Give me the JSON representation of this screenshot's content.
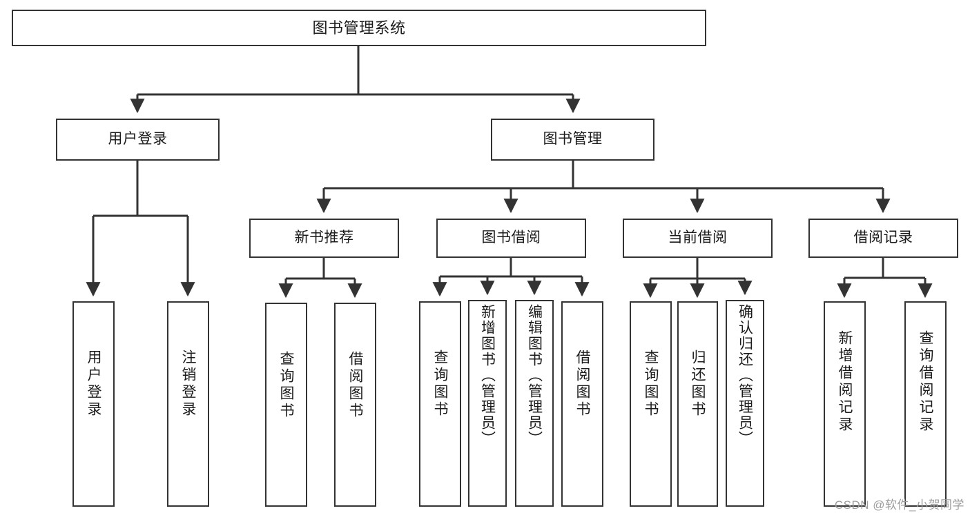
{
  "diagram": {
    "title": "图书管理系统",
    "type": "tree-hierarchy-chart",
    "colors": {
      "box_border": "#333333",
      "box_fill": "#ffffff",
      "connector": "#333333",
      "text": "#1b1b1b",
      "watermark": "#9c9c9c",
      "background": "#ffffff"
    },
    "levels": {
      "root": {
        "label": "图书管理系统"
      },
      "level2": [
        {
          "label": "用户登录"
        },
        {
          "label": "图书管理"
        }
      ],
      "level3": [
        {
          "label": "新书推荐"
        },
        {
          "label": "图书借阅"
        },
        {
          "label": "当前借阅"
        },
        {
          "label": "借阅记录"
        }
      ],
      "leaves": {
        "user_login": [
          {
            "label": "用户登录"
          },
          {
            "label": "注销登录"
          }
        ],
        "new_book_recommend": [
          {
            "label": "查询图书"
          },
          {
            "label": "借阅图书"
          }
        ],
        "book_borrow": [
          {
            "label": "查询图书"
          },
          {
            "label": "新增图书（管理员）"
          },
          {
            "label": "编辑图书（管理员）"
          },
          {
            "label": "借阅图书"
          }
        ],
        "current_borrow": [
          {
            "label": "查询图书"
          },
          {
            "label": "归还图书"
          },
          {
            "label": "确认归还（管理员）"
          }
        ],
        "borrow_record": [
          {
            "label": "新增借阅记录"
          },
          {
            "label": "查询借阅记录"
          }
        ]
      }
    }
  },
  "watermark": {
    "text": "CSDN @软件_小贺同学"
  }
}
